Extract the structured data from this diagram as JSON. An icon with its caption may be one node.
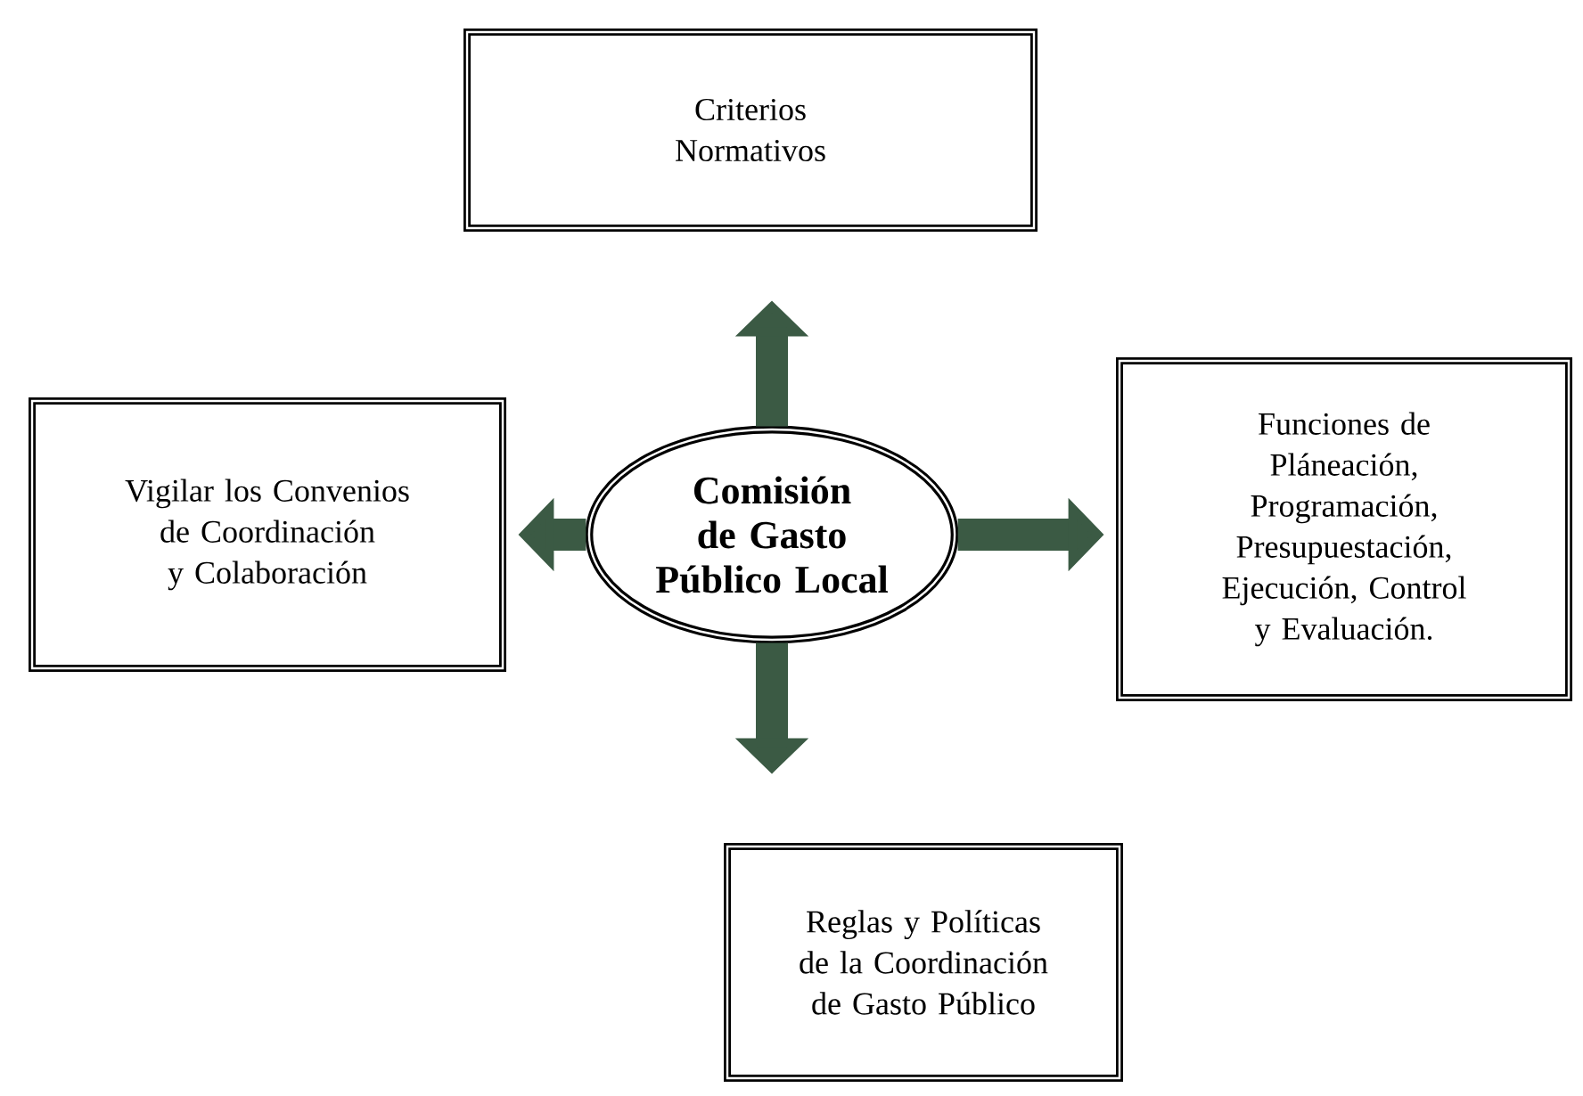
{
  "diagram": {
    "nodes": [
      {
        "text": [
          "Comisión de Gasto Público Local"
        ]
      },
      {
        "text": [
          "Criterios Normativos"
        ]
      },
      {
        "text": [
          "Vigilar los Convenios de Coordinación y Colaboración"
        ]
      },
      {
        "text": [
          "Funciones de Pláneación, Programación, Presupuestación, Ejecución, Control y Evaluación."
        ]
      },
      {
        "text": [
          "Reglas y Políticas de la Coordinación de Gasto Público"
        ]
      }
    ],
    "edges": [
      {
        "from": 0,
        "to": 1,
        "arrow": "to"
      },
      {
        "from": 0,
        "to": 2,
        "arrow": "to"
      },
      {
        "from": 0,
        "to": 3,
        "arrow": "to"
      },
      {
        "from": 0,
        "to": 4,
        "arrow": "to"
      }
    ]
  }
}
